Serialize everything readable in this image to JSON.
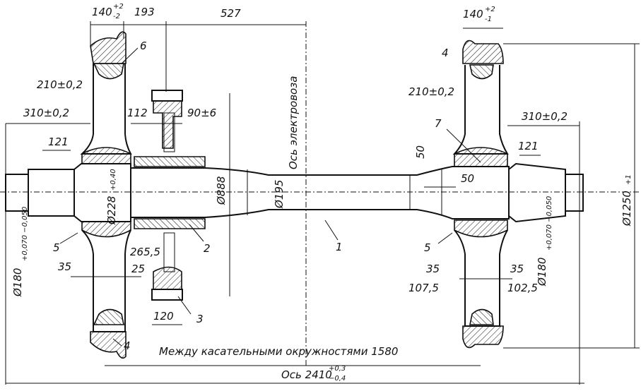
{
  "title": "Колёсная пара электровоза",
  "dimensions": {
    "wheel_width_left": "140",
    "wheel_width_left_tol_up": "+2",
    "wheel_width_left_tol_low": "-2",
    "d193": "193",
    "d527": "527",
    "wheel_width_right": "140",
    "wheel_width_right_tol_up": "+2",
    "wheel_width_right_tol_low": "-1",
    "hub_left": "210±0,2",
    "hub_right": "210±0,2",
    "journal_left": "310±0,2",
    "journal_right": "310±0,2",
    "d112": "112",
    "gear_tol": "90±6",
    "d121_left": "121",
    "d121_right": "121",
    "d50_vert": "50",
    "d50_horiz": "50",
    "seat_dia": "Ø228",
    "seat_dia_tol": "+0,40",
    "gear_dia": "Ø888",
    "axle_dia": "Ø195",
    "journal_dia_left": "Ø180",
    "journal_dia_left_tol": "+0,070 −0,050",
    "journal_dia_right": "Ø180",
    "journal_dia_right_tol": "+0,070 −0,050",
    "wheel_dia": "Ø1250",
    "wheel_dia_tol": "+1",
    "d35_left": "35",
    "d35_right_a": "35",
    "d35_right_b": "35",
    "d265": "265,5",
    "d25": "25",
    "d120": "120",
    "d107": "107,5",
    "d102": "102,5",
    "tangent_circles": "Между касательными окружностями 1580",
    "axis_track": "Ось 2410",
    "axis_track_tol_up": "+0,3",
    "axis_track_tol_low": "−0,4",
    "locomotive_axis": "Ось электровоза"
  },
  "callouts": [
    "1",
    "2",
    "3",
    "4",
    "4",
    "5",
    "5",
    "6",
    "7"
  ]
}
